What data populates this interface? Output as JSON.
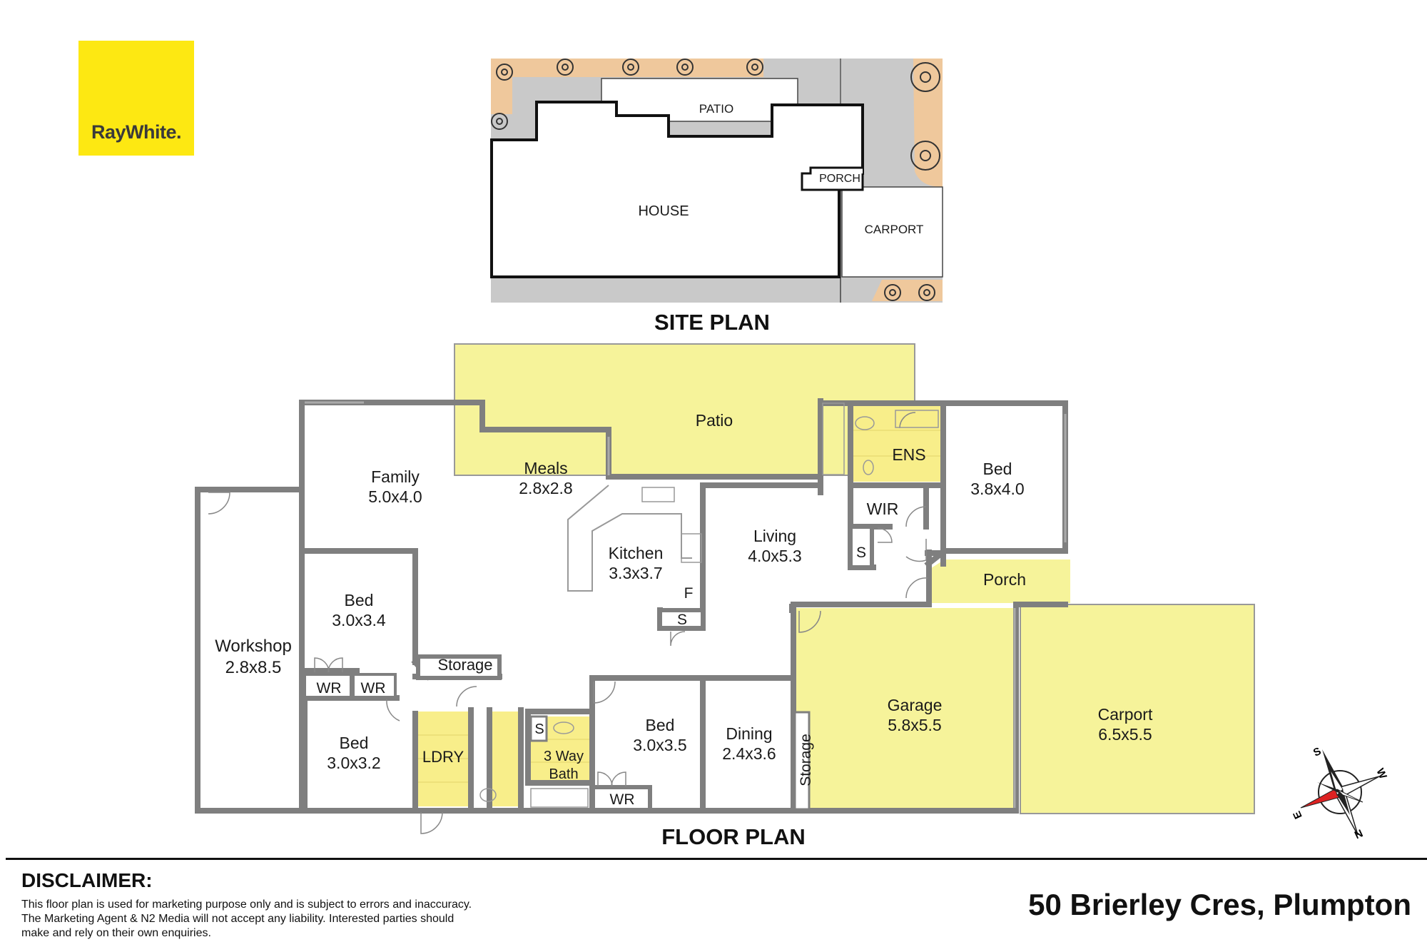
{
  "brand": {
    "logo_text": "RayWhite.",
    "logo_color": "#fde812"
  },
  "site_plan": {
    "title": "SITE PLAN",
    "labels": {
      "patio": "PATIO",
      "house": "HOUSE",
      "porch": "PORCH",
      "carport": "CARPORT"
    }
  },
  "floor_plan": {
    "title": "FLOOR PLAN",
    "rooms": {
      "family": {
        "name": "Family",
        "size": "5.0x4.0"
      },
      "meals": {
        "name": "Meals",
        "size": "2.8x2.8"
      },
      "patio": {
        "name": "Patio"
      },
      "ens": {
        "name": "ENS"
      },
      "bed_master": {
        "name": "Bed",
        "size": "3.8x4.0"
      },
      "wir": {
        "name": "WIR"
      },
      "s_linen_1": {
        "name": "S"
      },
      "kitchen": {
        "name": "Kitchen",
        "size": "3.3x3.7"
      },
      "fridge": {
        "name": "F"
      },
      "s_pantry": {
        "name": "S"
      },
      "living": {
        "name": "Living",
        "size": "4.0x5.3"
      },
      "porch": {
        "name": "Porch"
      },
      "workshop": {
        "name": "Workshop",
        "size": "2.8x8.5"
      },
      "bed_2": {
        "name": "Bed",
        "size": "3.0x3.4"
      },
      "storage": {
        "name": "Storage"
      },
      "wr_1": {
        "name": "WR"
      },
      "wr_2": {
        "name": "WR"
      },
      "bed_3": {
        "name": "Bed",
        "size": "3.0x3.2"
      },
      "ldry": {
        "name": "LDRY"
      },
      "s_linen_2": {
        "name": "S"
      },
      "bath": {
        "name": "3 Way",
        "name2": "Bath"
      },
      "bed_4": {
        "name": "Bed",
        "size": "3.0x3.5"
      },
      "wr_3": {
        "name": "WR"
      },
      "dining": {
        "name": "Dining",
        "size": "2.4x3.6"
      },
      "garage_storage": {
        "name": "Storage"
      },
      "garage": {
        "name": "Garage",
        "size": "5.8x5.5"
      },
      "carport": {
        "name": "Carport",
        "size": "6.5x5.5"
      }
    }
  },
  "compass": {
    "labels": [
      "S",
      "W",
      "E",
      "N"
    ]
  },
  "disclaimer": {
    "title": "DISCLAIMER:",
    "lines": [
      "This floor plan is used for marketing purpose only and is subject to errors and inaccuracy.",
      "The Marketing Agent & N2 Media will not accept any liability. Interested parties should",
      "make and rely on their own enquiries."
    ]
  },
  "address": "50 Brierley Cres, Plumpton",
  "colors": {
    "wall": "#7f7f7f",
    "outdoor": "#f6f39a",
    "wet": "#f8ee8a",
    "garden": "#efc89c",
    "paving": "#c9c9c9"
  }
}
